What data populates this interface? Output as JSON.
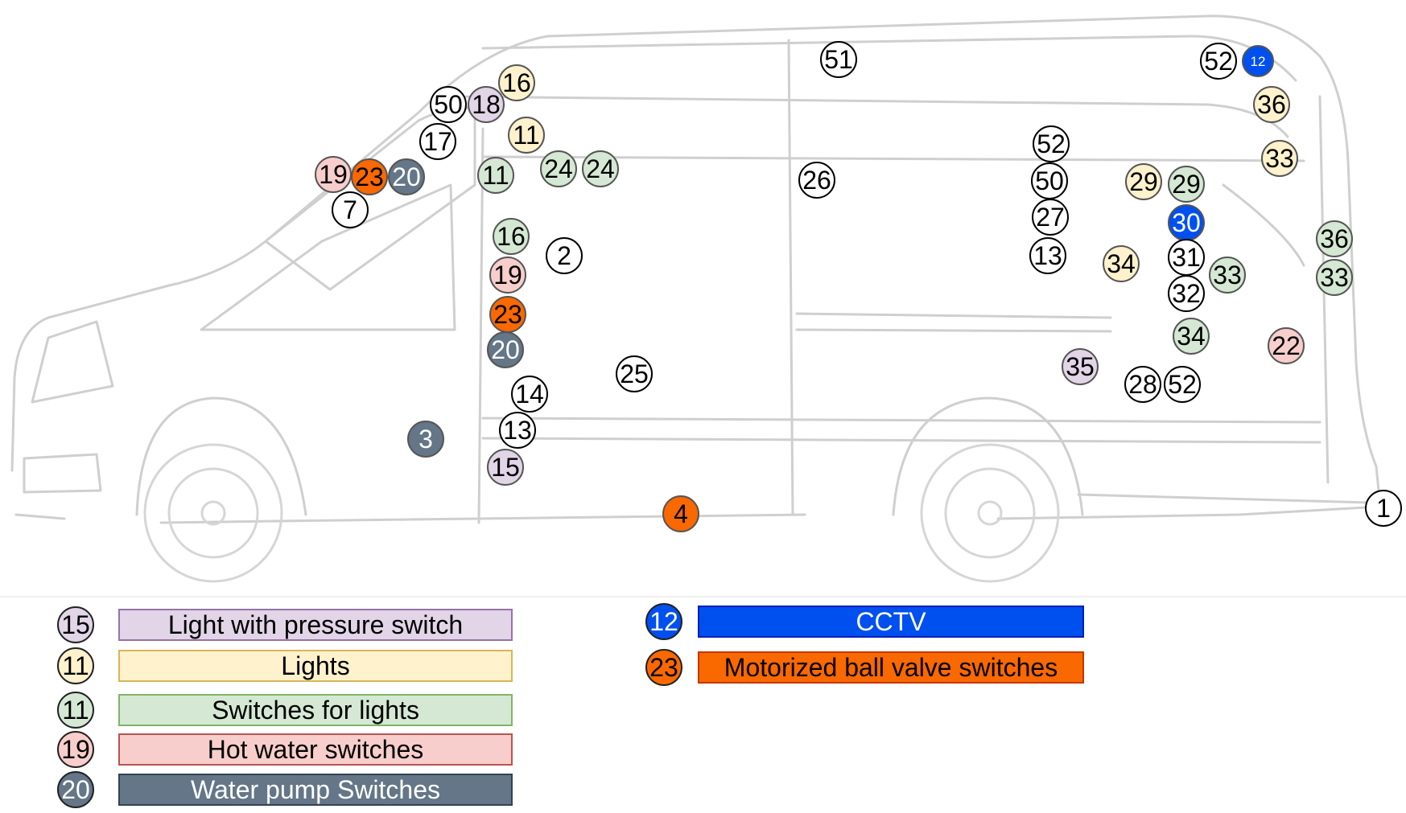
{
  "categories": {
    "none": {
      "fill": "#ffffff",
      "text": "#000000"
    },
    "pressure": {
      "fill": "#e1d5e7",
      "text": "#000000",
      "label": "Light with pressure switch",
      "badge": "15"
    },
    "lights": {
      "fill": "#fff2cc",
      "text": "#000000",
      "label": "Lights",
      "badge": "11"
    },
    "switches": {
      "fill": "#d5e8d4",
      "text": "#000000",
      "label": "Switches for lights",
      "badge": "11"
    },
    "hotwater": {
      "fill": "#f8cecc",
      "text": "#000000",
      "label": "Hot water switches",
      "badge": "19"
    },
    "pump": {
      "fill": "#647687",
      "text": "#ffffff",
      "label": "Water pump Switches",
      "badge": "20"
    },
    "cctv": {
      "fill": "#0050ef",
      "text": "#ffffff",
      "label": "CCTV",
      "badge": "12"
    },
    "valve": {
      "fill": "#fa6800",
      "text": "#000000",
      "label": "Motorized ball valve switches",
      "badge": "23"
    }
  },
  "legend_left": [
    "pressure",
    "lights",
    "switches",
    "hotwater",
    "pump"
  ],
  "legend_right": [
    "cctv",
    "valve"
  ],
  "markers": [
    {
      "label": "51",
      "cat": "none"
    },
    {
      "label": "52",
      "cat": "none"
    },
    {
      "label": "12",
      "cat": "cctv"
    },
    {
      "label": "36",
      "cat": "lights"
    },
    {
      "label": "33",
      "cat": "lights"
    },
    {
      "label": "16",
      "cat": "lights"
    },
    {
      "label": "50",
      "cat": "none"
    },
    {
      "label": "18",
      "cat": "pressure"
    },
    {
      "label": "11",
      "cat": "lights"
    },
    {
      "label": "17",
      "cat": "none"
    },
    {
      "label": "19",
      "cat": "hotwater"
    },
    {
      "label": "23",
      "cat": "valve"
    },
    {
      "label": "20",
      "cat": "pump"
    },
    {
      "label": "7",
      "cat": "none"
    },
    {
      "label": "11",
      "cat": "switches"
    },
    {
      "label": "24",
      "cat": "switches"
    },
    {
      "label": "24",
      "cat": "switches"
    },
    {
      "label": "26",
      "cat": "none"
    },
    {
      "label": "52",
      "cat": "none"
    },
    {
      "label": "50",
      "cat": "none"
    },
    {
      "label": "27",
      "cat": "none"
    },
    {
      "label": "13",
      "cat": "none"
    },
    {
      "label": "29",
      "cat": "lights"
    },
    {
      "label": "29",
      "cat": "switches"
    },
    {
      "label": "30",
      "cat": "cctv"
    },
    {
      "label": "31",
      "cat": "none"
    },
    {
      "label": "32",
      "cat": "none"
    },
    {
      "label": "33",
      "cat": "switches"
    },
    {
      "label": "34",
      "cat": "lights"
    },
    {
      "label": "34",
      "cat": "switches"
    },
    {
      "label": "36",
      "cat": "switches"
    },
    {
      "label": "33",
      "cat": "switches"
    },
    {
      "label": "22",
      "cat": "hotwater"
    },
    {
      "label": "16",
      "cat": "switches"
    },
    {
      "label": "2",
      "cat": "none"
    },
    {
      "label": "19",
      "cat": "hotwater"
    },
    {
      "label": "23",
      "cat": "valve"
    },
    {
      "label": "20",
      "cat": "pump"
    },
    {
      "label": "25",
      "cat": "none"
    },
    {
      "label": "14",
      "cat": "none"
    },
    {
      "label": "13",
      "cat": "none"
    },
    {
      "label": "15",
      "cat": "pressure"
    },
    {
      "label": "3",
      "cat": "pump"
    },
    {
      "label": "4",
      "cat": "valve"
    },
    {
      "label": "35",
      "cat": "pressure"
    },
    {
      "label": "28",
      "cat": "none"
    },
    {
      "label": "52",
      "cat": "none"
    },
    {
      "label": "1",
      "cat": "none"
    }
  ]
}
